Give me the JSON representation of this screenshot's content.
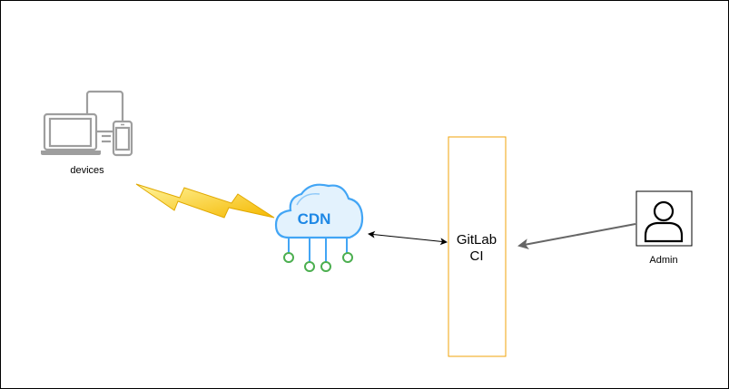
{
  "nodes": {
    "devices": {
      "label": "devices",
      "icon": "devices-icon"
    },
    "cdn": {
      "label": "CDN",
      "icon": "cloud-network-icon",
      "color": "#1e88e5",
      "node_color": "#4caf50"
    },
    "gitlab": {
      "line1": "GitLab",
      "line2": "CI",
      "border_color": "#f0a30a"
    },
    "admin": {
      "label": "Admin",
      "icon": "user-icon"
    }
  },
  "edges": [
    {
      "from": "devices",
      "to": "cdn",
      "style": "lightning",
      "color": "#f5c518"
    },
    {
      "from": "cdn",
      "to": "gitlab",
      "style": "bidirectional-arrow",
      "color": "#000000"
    },
    {
      "from": "admin",
      "to": "gitlab",
      "style": "arrow",
      "color": "#666666"
    }
  ]
}
